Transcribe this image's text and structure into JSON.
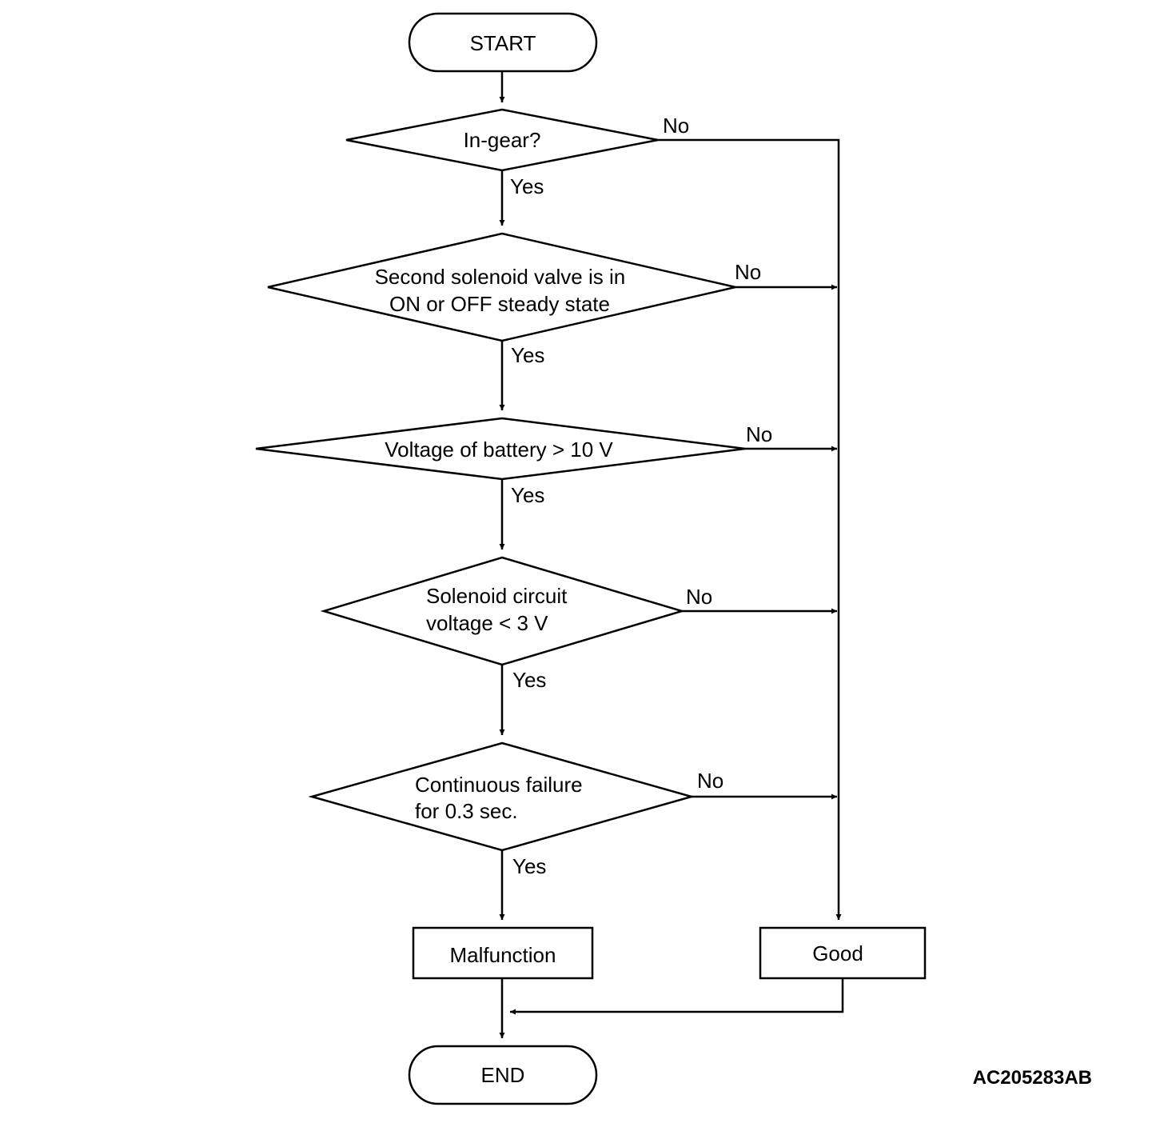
{
  "nodes": {
    "start": "START",
    "in_gear": "In-gear?",
    "second_solenoid": [
      "Second solenoid valve is in",
      "ON or OFF steady state"
    ],
    "battery_voltage": "Voltage of battery > 10 V",
    "solenoid_circuit": [
      "Solenoid circuit",
      "voltage < 3 V"
    ],
    "continuous_failure": [
      "Continuous failure",
      "for 0.3 sec."
    ],
    "malfunction": "Malfunction",
    "good": "Good",
    "end": "END"
  },
  "branch_labels": {
    "yes": "Yes",
    "no": "No"
  },
  "figure_code": "AC205283AB",
  "colors": {
    "stroke": "#000000",
    "fill": "#ffffff"
  }
}
